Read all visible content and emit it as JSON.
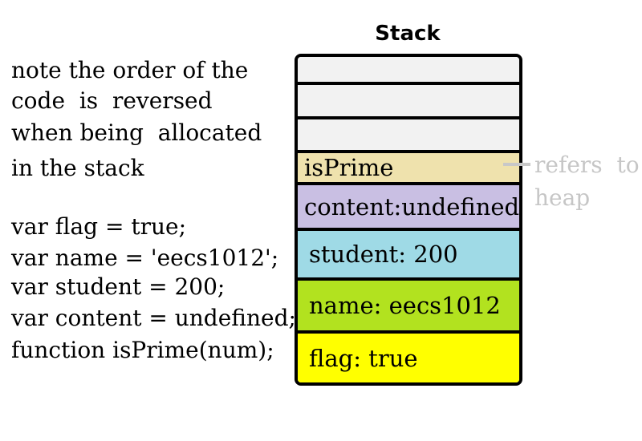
{
  "note": {
    "lines": [
      "note the order of the",
      "code  is  reversed",
      "when being  allocated",
      "in the stack"
    ]
  },
  "code": {
    "lines": [
      "var flag = true;",
      "var name = 'eecs1012';",
      "var student = 200;",
      "var content = undefined;",
      "function isPrime(num);"
    ]
  },
  "stack": {
    "title": "Stack",
    "cells": [
      {
        "label": "",
        "color": "#f2f2f2"
      },
      {
        "label": "",
        "color": "#f2f2f2"
      },
      {
        "label": "",
        "color": "#f2f2f2"
      },
      {
        "label": "isPrime",
        "color": "#efe2ad"
      },
      {
        "label": "content:undefined",
        "color": "#c9bfe3"
      },
      {
        "label": "student: 200",
        "color": "#9fdae6"
      },
      {
        "label": "name: eecs1012",
        "color": "#b2e21f"
      },
      {
        "label": "flag: true",
        "color": "#ffff00"
      }
    ]
  },
  "annotation": {
    "line1": "refers  to",
    "line2": "heap",
    "color": "#c6c6c6"
  }
}
